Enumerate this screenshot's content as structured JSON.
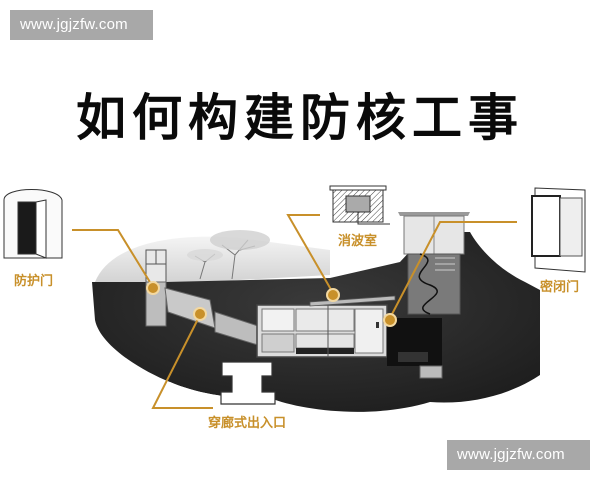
{
  "watermark": {
    "top_text": "www.jgjzfw.com",
    "bottom_text": "www.jgjzfw.com"
  },
  "title": "如何构建防核工事",
  "callouts": [
    {
      "id": "protective-door",
      "label": "防护门",
      "icon": "open-door-arch-icon"
    },
    {
      "id": "wave-chamber",
      "label": "消波室",
      "icon": "hatched-chamber-section-icon"
    },
    {
      "id": "sealed-door",
      "label": "密闭门",
      "icon": "sealed-door-frame-icon"
    },
    {
      "id": "corridor-entrance",
      "label": "穿廊式出入口",
      "icon": "corridor-entrance-plan-icon"
    }
  ],
  "colors": {
    "accent": "#c8902a",
    "soil": "#2a2a2a",
    "title": "#0a0a0a",
    "watermark_bg": "#a8a8a8"
  }
}
